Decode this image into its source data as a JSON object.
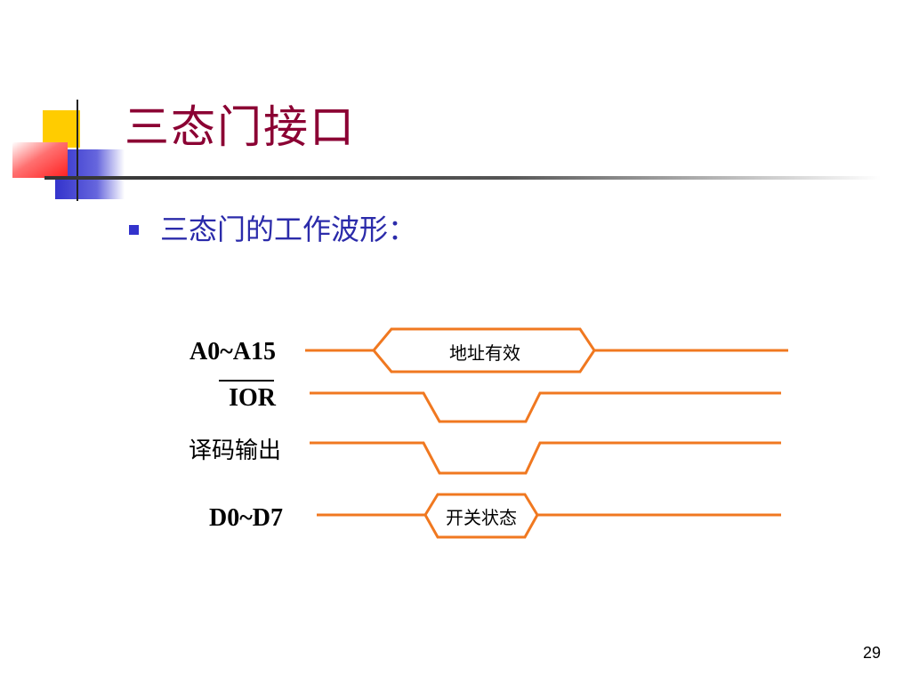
{
  "slide": {
    "title": "三态门接口",
    "bullet": "三态门的工作波形：",
    "page_number": "29"
  },
  "timing_diagram": {
    "signals": [
      {
        "label": "A0~A15",
        "box_text": "地址有效"
      },
      {
        "label": "IOR",
        "overline": true
      },
      {
        "label": "译码输出"
      },
      {
        "label": "D0~D7",
        "box_text": "开关状态"
      }
    ]
  },
  "colors": {
    "title": "#8b0033",
    "bullet_text": "#2b2baa",
    "bullet_marker": "#3333cc",
    "waveform": "#f07820",
    "rule_line": "#333333",
    "deco_yellow": "#ffcc00",
    "deco_blue": "#3333cc",
    "deco_red": "#ff3b3b"
  }
}
